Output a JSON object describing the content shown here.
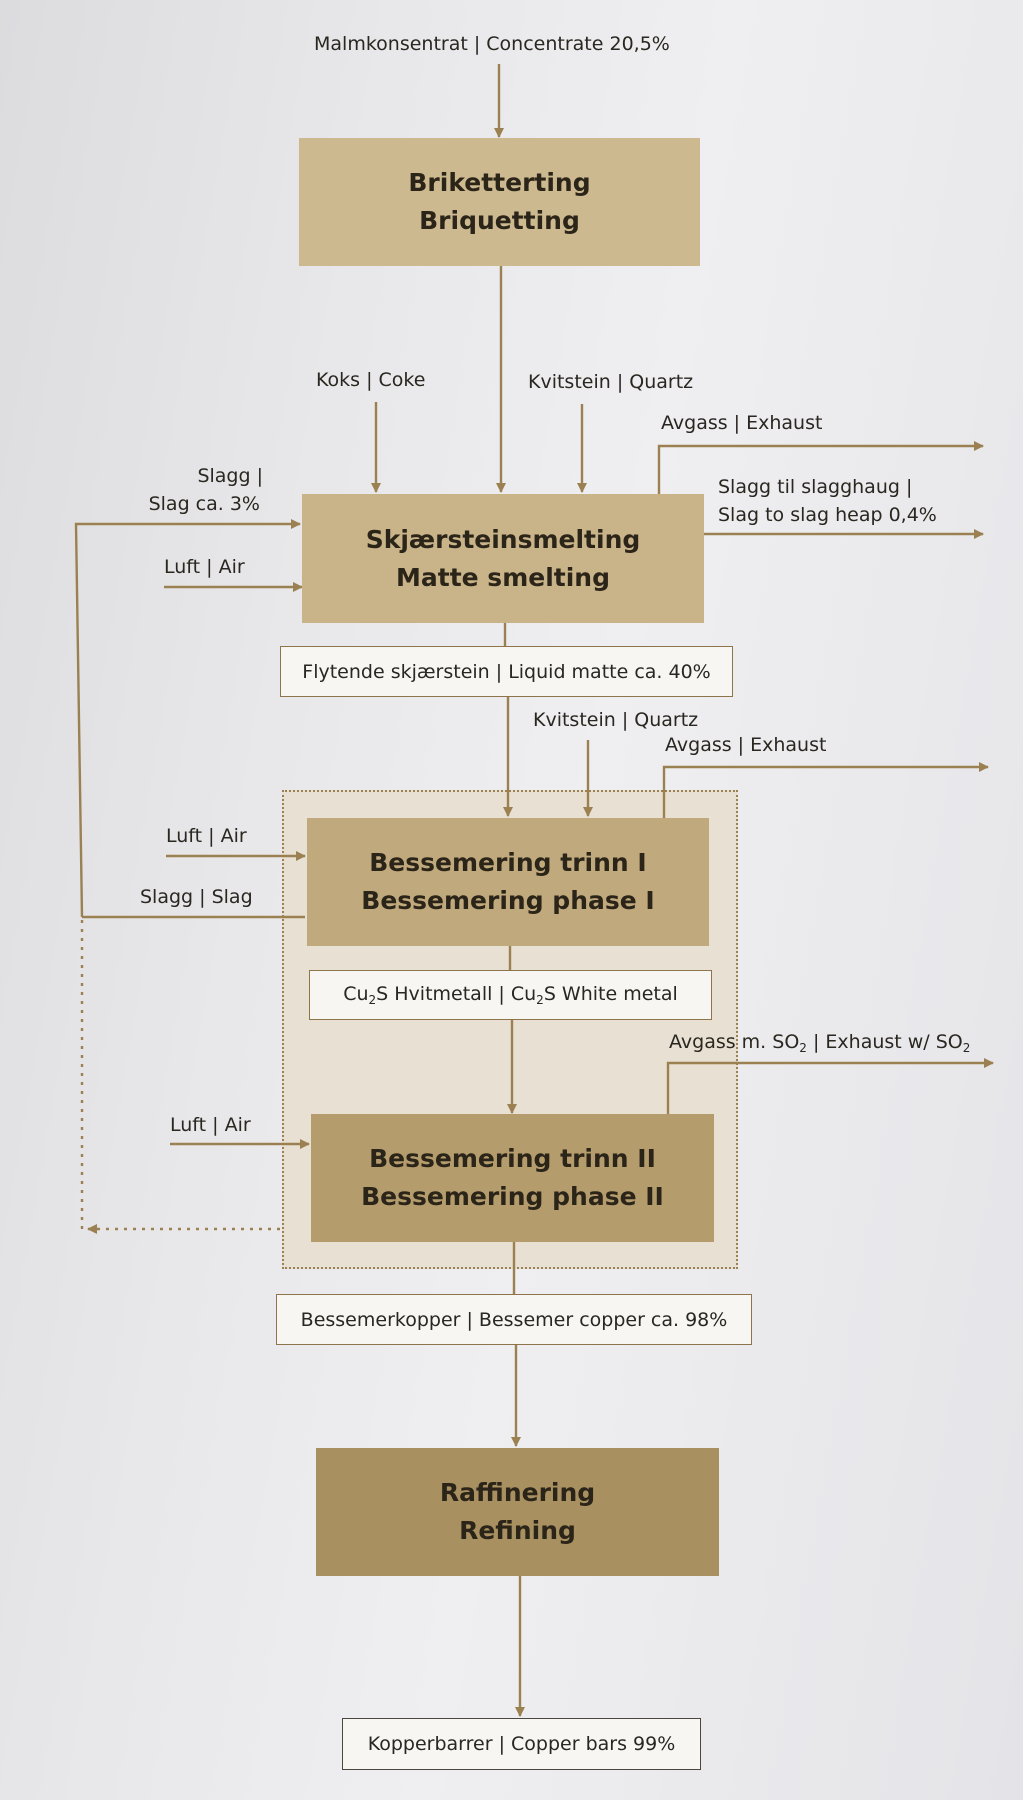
{
  "colors": {
    "line": "#9b8152",
    "box_light": "#cdb98f",
    "box_dark": "#a99060"
  },
  "inputs": {
    "concentrate": "Malmkonsentrat | Concentrate 20,5%",
    "coke": "Koks | Coke",
    "quartz_1": "Kvitstein | Quartz",
    "quartz_2": "Kvitstein | Quartz",
    "air_1": "Luft | Air",
    "air_2": "Luft | Air",
    "air_3": "Luft | Air"
  },
  "outputs": {
    "exhaust_1": "Avgass | Exhaust",
    "slag_heap_line1": "Slagg til slagghaug |",
    "slag_heap_line2": "Slag to slag heap 0,4%",
    "exhaust_2": "Avgass | Exhaust",
    "exhaust_so2_a": "Avgass m. SO",
    "exhaust_so2_sub1": "2",
    "exhaust_so2_b": " | Exhaust w/ SO",
    "exhaust_so2_sub2": "2"
  },
  "recycle": {
    "slag_line1": "Slagg |",
    "slag_line2": "Slag ca. 3%",
    "slag_phase1": "Slagg | Slag"
  },
  "steps": {
    "briquetting": {
      "no": "Briketterting",
      "en": "Briquetting"
    },
    "matte_smelting": {
      "no": "Skjærsteinsmelting",
      "en": "Matte smelting"
    },
    "bessemer_1": {
      "no": "Bessemering trinn I",
      "en": "Bessemering phase I"
    },
    "bessemer_2": {
      "no": "Bessemering trinn II",
      "en": "Bessemering phase II"
    },
    "refining": {
      "no": "Raffinering",
      "en": "Refining"
    }
  },
  "intermediates": {
    "liquid_matte": "Flytende skjærstein | Liquid matte ca. 40%",
    "white_metal_a": "Cu",
    "white_metal_sub1": "2",
    "white_metal_b": "S Hvitmetall | Cu",
    "white_metal_sub2": "2",
    "white_metal_c": "S White metal",
    "bessemer_copper": "Bessemerkopper | Bessemer copper ca. 98%",
    "copper_bars": "Kopperbarrer | Copper bars 99%"
  }
}
